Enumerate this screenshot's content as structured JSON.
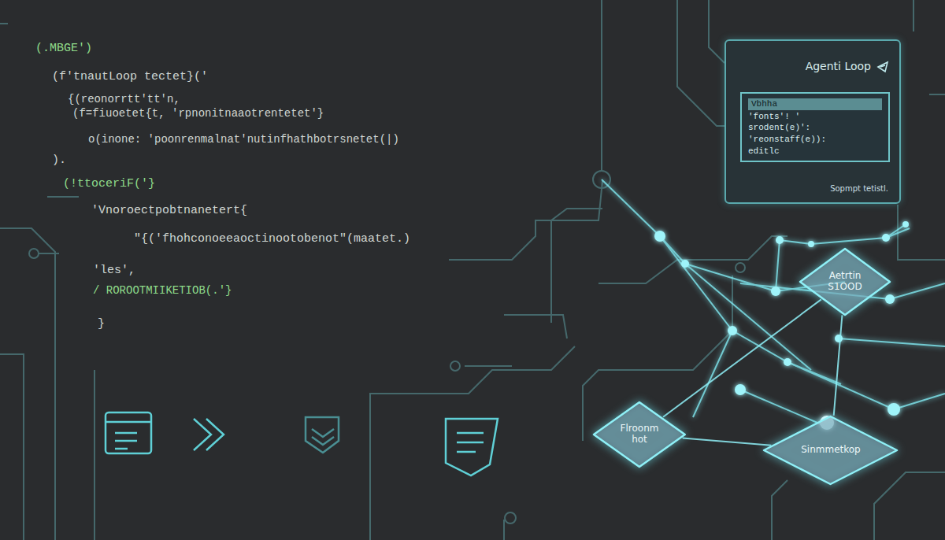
{
  "diagram": {
    "nodes": [
      {
        "text": [
          "Agenti Loop",
          "Sopmpt tetistl."
        ]
      },
      {
        "text": [
          "Vbhha",
          "'fonts'! '",
          "srodent(e)':",
          "'reonstaff(e)):",
          "editlc"
        ],
        "in": 0
      },
      {
        "text": [
          "Aetrtin S1OOD"
        ]
      },
      {
        "text": [
          "Flroonm hot"
        ]
      },
      {
        "text": [
          "Sinmmetkop"
        ]
      }
    ],
    "edges": [
      {
        "from": 2,
        "to": 3,
        "arrow": "none"
      },
      {
        "from": 2,
        "to": 4,
        "arrow": "none"
      },
      {
        "from": 3,
        "to": 4,
        "arrow": "none"
      }
    ],
    "labels": [
      "(.MBGE')",
      "(f'tnautLoop tectet}('",
      "{(reonorrtt'tt'n,",
      "(f=fiuoetet{t, 'rpnonitnaaotrentetet'}",
      "o(inone: 'poonrenmalnat'nutinfhathbotrsnetet(|)",
      ").",
      "(!ttoceriF('}",
      "'Vnoroectpobtnanetert{",
      "\"{('fhohconoeeaoctinootobenot\"(maatet.)",
      "'les',",
      "/ ROROOTMIIKETIOB(.'}",
      "}"
    ]
  }
}
